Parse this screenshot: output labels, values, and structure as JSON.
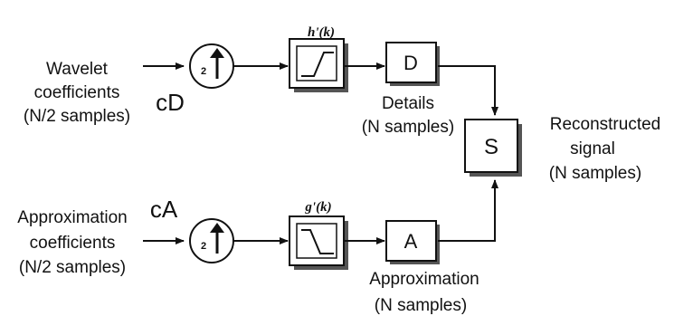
{
  "inputs": {
    "top": {
      "line1": "Wavelet",
      "line2": "coefficients",
      "line3": "(N/2 samples)",
      "symbol": "cD"
    },
    "bottom": {
      "line1": "Approximation",
      "line2": "coefficients",
      "line3": "(N/2 samples)",
      "symbol": "cA"
    }
  },
  "upsamplers": {
    "factor": "2"
  },
  "filters": {
    "top": {
      "label": "h'(k)",
      "type": "high-pass"
    },
    "bottom": {
      "label": "g'(k)",
      "type": "low-pass"
    }
  },
  "branch_blocks": {
    "top": {
      "letter": "D",
      "caption1": "Details",
      "caption2": "(N samples)"
    },
    "bottom": {
      "letter": "A",
      "caption1": "Approximation",
      "caption2": "(N samples)"
    }
  },
  "sum_block": {
    "letter": "S"
  },
  "output": {
    "line1": "Reconstructed",
    "line2": "signal",
    "line3": "(N samples)"
  },
  "colors": {
    "stroke": "#111111",
    "block_fill": "#ffffff",
    "shadow": "#555555"
  }
}
